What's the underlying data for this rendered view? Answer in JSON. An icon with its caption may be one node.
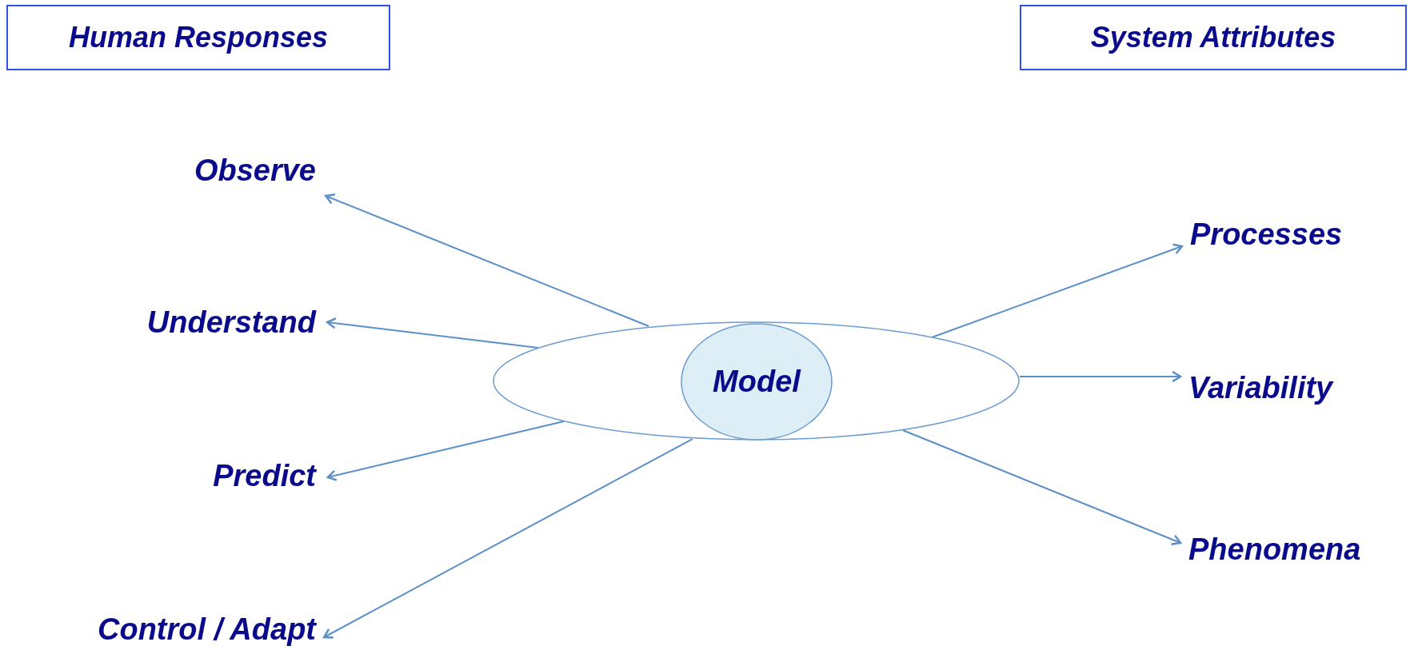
{
  "diagram": {
    "nodes": [
      {
        "text": [
          "Human Responses"
        ]
      },
      {
        "text": [
          "System Attributes"
        ]
      },
      {
        "text": [],
        "shape": "ellipse"
      },
      {
        "text": [
          "Model"
        ],
        "in": 2
      },
      {
        "text": [
          "Observe"
        ]
      },
      {
        "text": [
          "Understand"
        ]
      },
      {
        "text": [
          "Predict"
        ]
      },
      {
        "text": [
          "Control / Adapt"
        ]
      },
      {
        "text": [
          "Processes"
        ]
      },
      {
        "text": [
          "Variability"
        ]
      },
      {
        "text": [
          "Phenomena"
        ]
      }
    ],
    "edges": [
      {
        "from": 2,
        "to": 4,
        "arrow": "to"
      },
      {
        "from": 2,
        "to": 5,
        "arrow": "to"
      },
      {
        "from": 2,
        "to": 6,
        "arrow": "to"
      },
      {
        "from": 2,
        "to": 7,
        "arrow": "to"
      },
      {
        "from": 2,
        "to": 8,
        "arrow": "to"
      },
      {
        "from": 2,
        "to": 9,
        "arrow": "to"
      },
      {
        "from": 2,
        "to": 10,
        "arrow": "to"
      }
    ]
  }
}
